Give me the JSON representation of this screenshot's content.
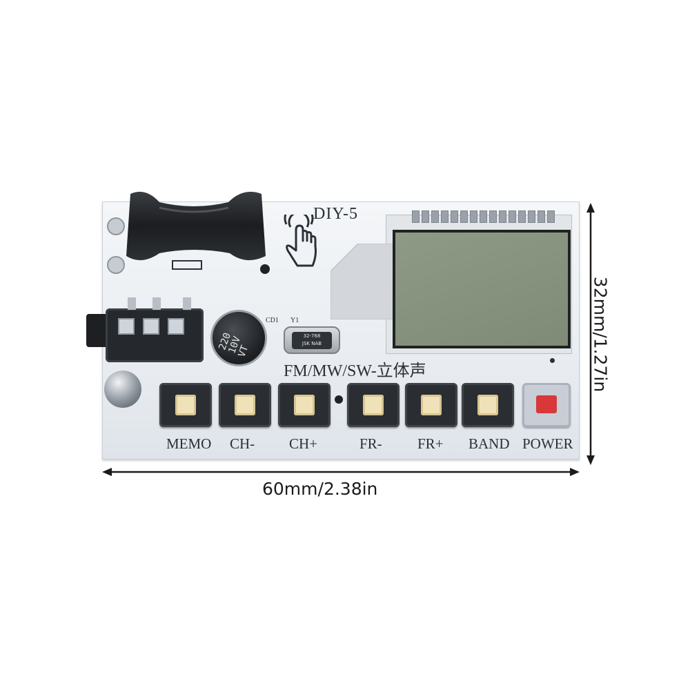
{
  "board": {
    "model_label": "DIY-5",
    "band_label": "FM/MW/SW-立体声",
    "capacitor_label": "CD1",
    "crystal_ref_label": "Y1",
    "capacitor_markings": [
      "220",
      "10V",
      "VT"
    ],
    "crystal_markings": [
      "32-768",
      "JSK NAB"
    ],
    "buttons": [
      {
        "label": "MEMO"
      },
      {
        "label": "CH-"
      },
      {
        "label": "CH+"
      },
      {
        "label": "FR-"
      },
      {
        "label": "FR+"
      },
      {
        "label": "BAND"
      },
      {
        "label": "POWER"
      }
    ]
  },
  "dimensions": {
    "width_label": "60mm/2.38in",
    "height_label": "32mm/1.27in"
  },
  "colors": {
    "pcb": "#eef1f4",
    "button_cap": "#f0e2b8",
    "power_cap": "#d8383a",
    "lcd": "#8a9682"
  },
  "icons": [
    "tap-hand-icon"
  ]
}
